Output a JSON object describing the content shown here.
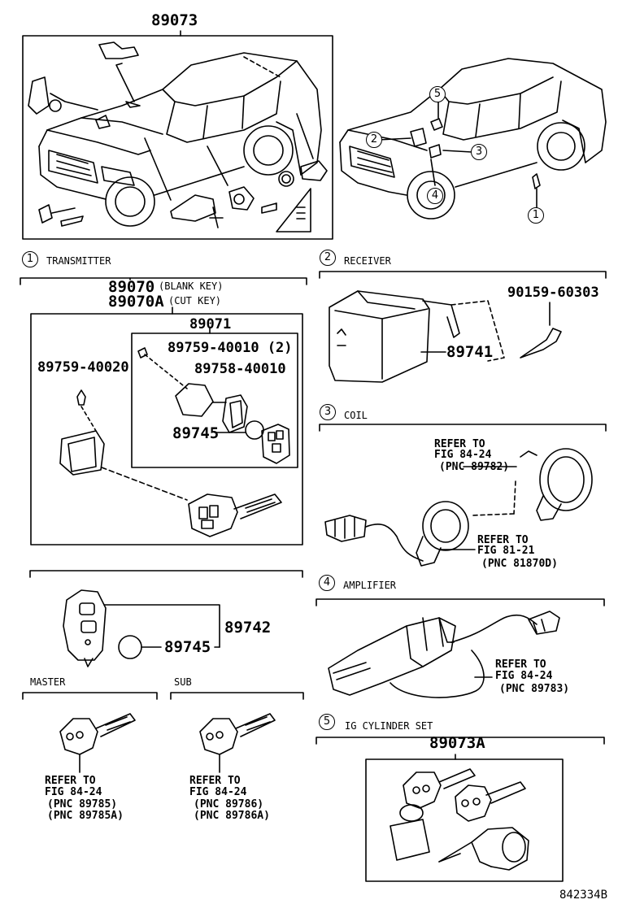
{
  "top": {
    "main_part": "89073",
    "callouts": [
      "5",
      "2",
      "3",
      "4",
      "1"
    ]
  },
  "sections": {
    "transmitter": {
      "num": "1",
      "label": "TRANSMITTER"
    },
    "receiver": {
      "num": "2",
      "label": "RECEIVER"
    },
    "coil": {
      "num": "3",
      "label": "COIL"
    },
    "amplifier": {
      "num": "4",
      "label": "AMPLIFIER"
    },
    "ig_cylinder": {
      "num": "5",
      "label": "IG CYLINDER SET"
    }
  },
  "transmitter": {
    "blank_key_pn": "89070",
    "blank_key_note": "(BLANK KEY)",
    "cut_key_pn": "89070A",
    "cut_key_note": "(CUT KEY)",
    "p89071": "89071",
    "p89759_40010": "89759-40010 (2)",
    "p89759_40020": "89759-40020",
    "p89758_40010": "89758-40010",
    "p89745_a": "89745",
    "p89742": "89742",
    "p89745_b": "89745"
  },
  "master": {
    "label": "MASTER",
    "ref1": "REFER TO",
    "ref2": "FIG 84-24",
    "ref3": "(PNC 89785)",
    "ref4": "(PNC 89785A)"
  },
  "sub": {
    "label": "SUB",
    "ref1": "REFER TO",
    "ref2": "FIG 84-24",
    "ref3": "(PNC 89786)",
    "ref4": "(PNC 89786A)"
  },
  "receiver": {
    "bolt_pn": "90159-60303",
    "unit_pn": "89741"
  },
  "coil": {
    "refA1": "REFER TO",
    "refA2": "FIG 84-24",
    "refA3": "(PNC 89782)",
    "refB1": "REFER TO",
    "refB2": "FIG 81-21",
    "refB3": "(PNC 81870D)"
  },
  "amplifier": {
    "ref1": "REFER TO",
    "ref2": "FIG 84-24",
    "ref3": "(PNC 89783)"
  },
  "ig_cylinder": {
    "pn": "89073A"
  },
  "footer": {
    "drawing_no": "842334B"
  }
}
